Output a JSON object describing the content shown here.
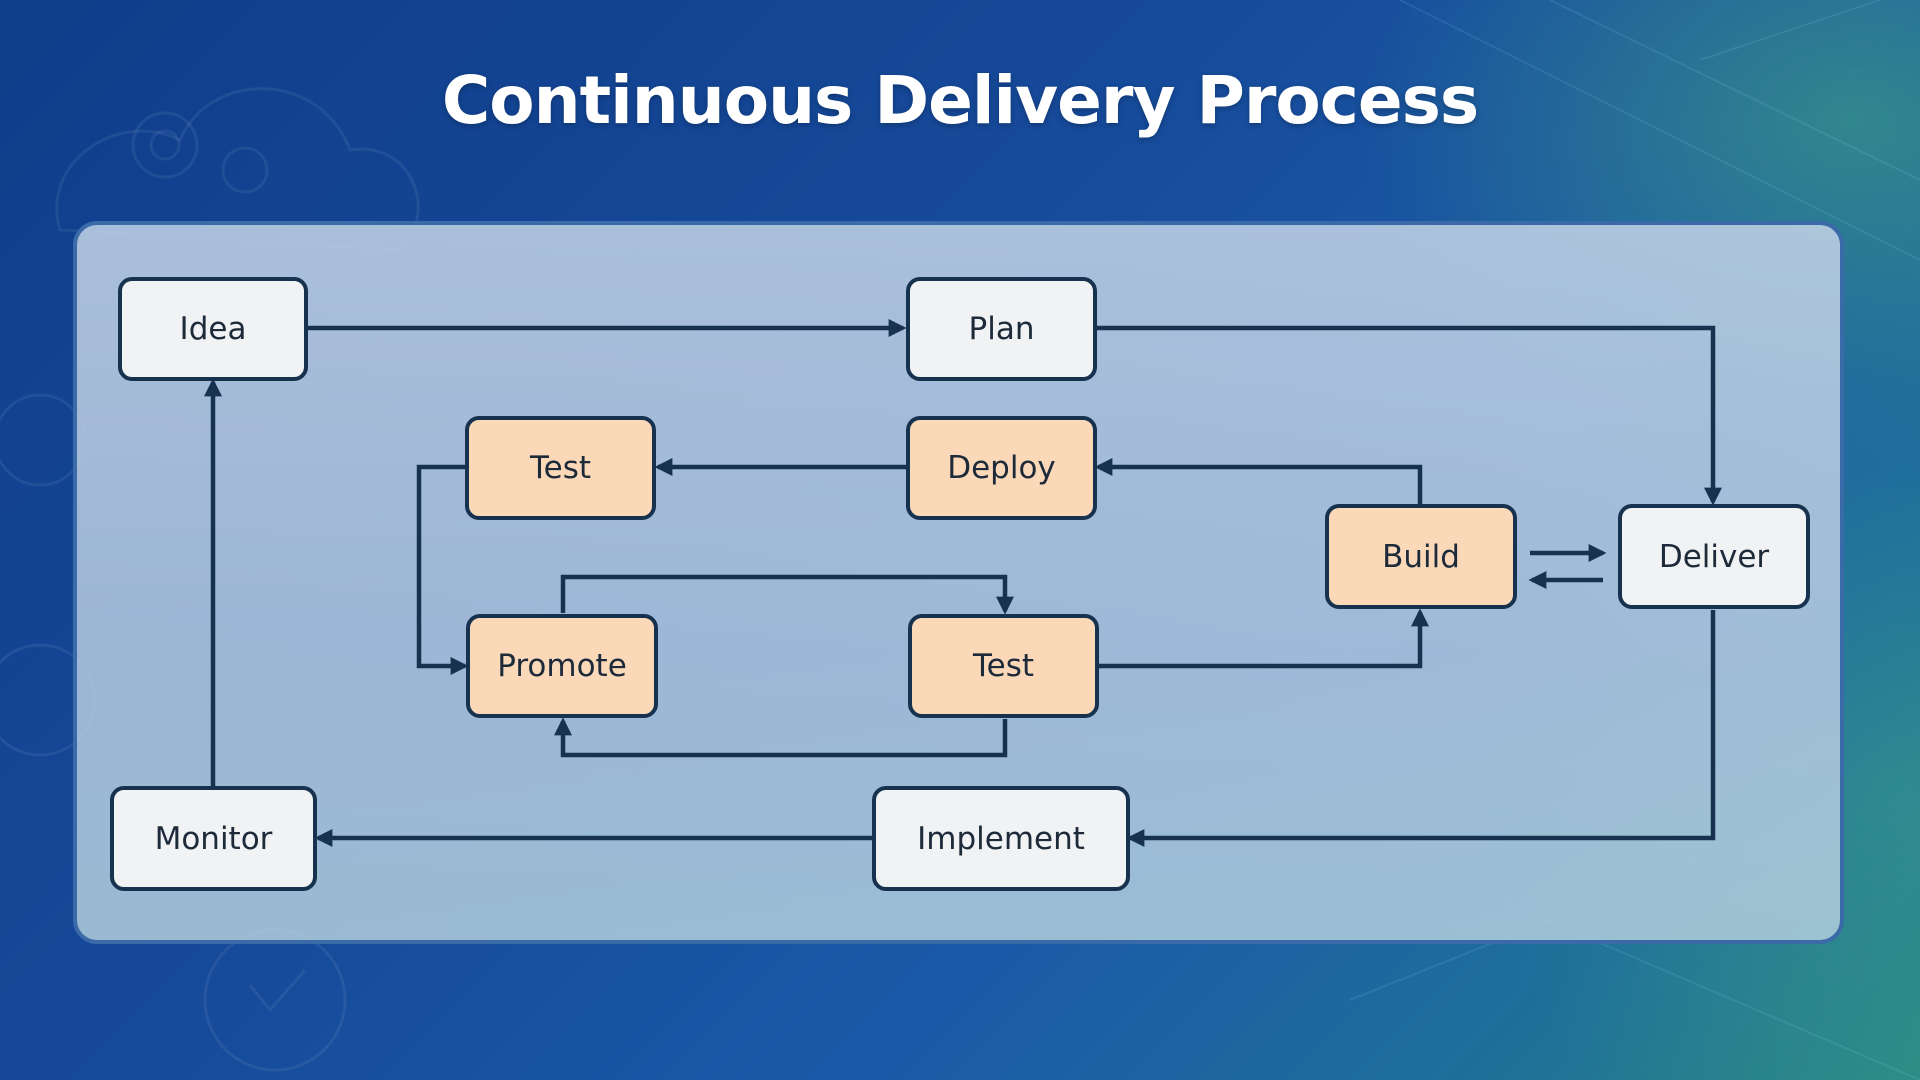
{
  "title": "Continuous Delivery Process",
  "colors": {
    "connector": "#16324f",
    "white_node_fill": "#f1f2f4",
    "orange_node_fill": "#fad8b8",
    "panel_border": "#3a6aa8"
  },
  "nodes": {
    "idea": "Idea",
    "plan": "Plan",
    "test_top": "Test",
    "deploy": "Deploy",
    "build": "Build",
    "deliver": "Deliver",
    "promote": "Promote",
    "test_mid": "Test",
    "monitor": "Monitor",
    "implement": "Implement"
  },
  "edges": [
    {
      "from": "Idea",
      "to": "Plan"
    },
    {
      "from": "Plan",
      "to": "Deliver"
    },
    {
      "from": "Build",
      "to": "Deliver"
    },
    {
      "from": "Deliver",
      "to": "Build"
    },
    {
      "from": "Build",
      "to": "Deploy"
    },
    {
      "from": "Deploy",
      "to": "Test"
    },
    {
      "from": "Test",
      "to": "Promote"
    },
    {
      "from": "Promote",
      "to": "Test"
    },
    {
      "from": "Test",
      "to": "Promote"
    },
    {
      "from": "Test",
      "to": "Build"
    },
    {
      "from": "Deliver",
      "to": "Implement"
    },
    {
      "from": "Implement",
      "to": "Monitor"
    },
    {
      "from": "Monitor",
      "to": "Idea"
    }
  ]
}
